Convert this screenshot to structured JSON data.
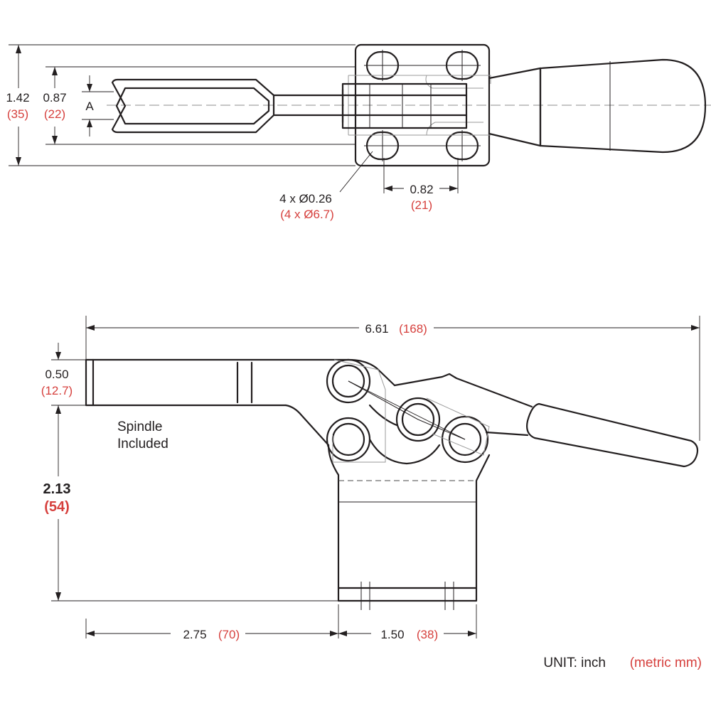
{
  "top_view": {
    "overall_height": {
      "inch": "1.42",
      "metric": "(35)"
    },
    "spindle_width": {
      "inch": "0.87",
      "metric": "(22)"
    },
    "jaw_label": "A",
    "holes": {
      "inch": "4 x Ø0.26",
      "metric": "(4 x Ø6.7)"
    },
    "hole_spacing": {
      "inch": "0.82",
      "metric": "(21)"
    }
  },
  "side_view": {
    "overall_length": {
      "inch": "6.61",
      "metric": "(168)"
    },
    "spindle_thickness": {
      "inch": "0.50",
      "metric": "(12.7)"
    },
    "spindle_note_line1": "Spindle",
    "spindle_note_line2": "Included",
    "height": {
      "inch": "2.13",
      "metric": "(54)"
    },
    "spindle_reach": {
      "inch": "2.75",
      "metric": "(70)"
    },
    "base_width": {
      "inch": "1.50",
      "metric": "(38)"
    }
  },
  "unit_note": {
    "label": "UNIT:  inch",
    "metric": "(metric mm)"
  }
}
